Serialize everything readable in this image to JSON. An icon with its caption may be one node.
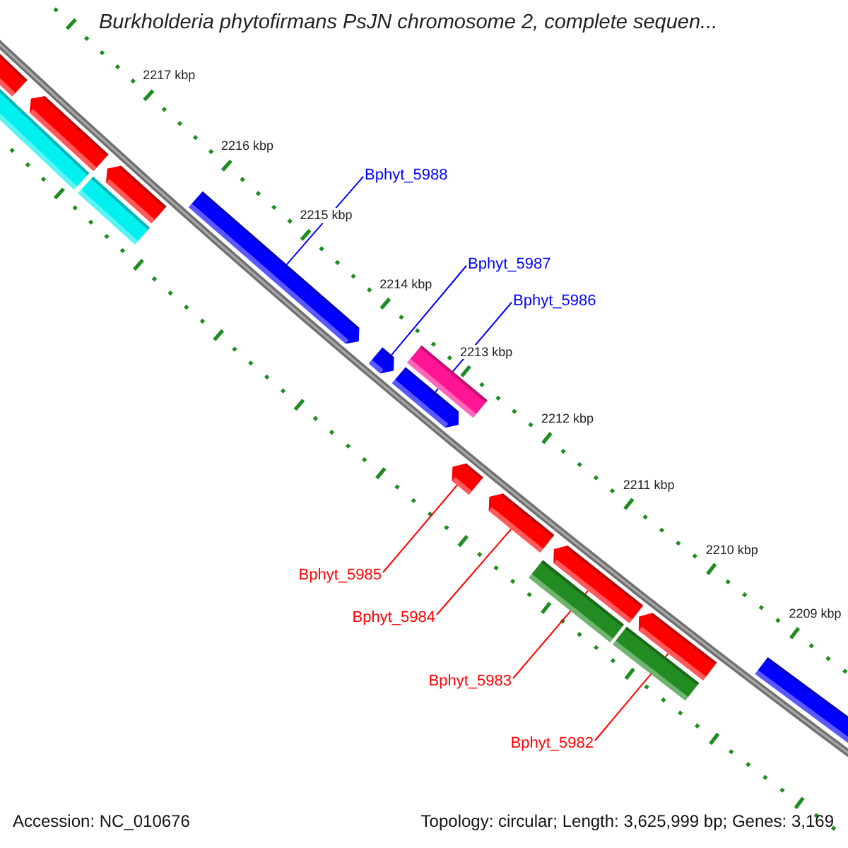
{
  "diagram": {
    "title": "Burkholderia phytofirmans PsJN chromosome 2, complete sequen...",
    "nodes": [
      {
        "text": [
          "Bphyt_5988"
        ]
      },
      {
        "text": [
          "Bphyt_5987"
        ]
      },
      {
        "text": [
          "Bphyt_5986"
        ]
      },
      {
        "text": [
          "Bphyt_5985"
        ]
      },
      {
        "text": [
          "Bphyt_5984"
        ]
      },
      {
        "text": [
          "Bphyt_5983"
        ]
      },
      {
        "text": [
          "Bphyt_5982"
        ]
      },
      {
        "text": [],
        "shape": "bar"
      },
      {
        "text": [],
        "shape": "bar"
      },
      {
        "text": [],
        "shape": "bar"
      },
      {
        "text": [],
        "shape": "bar"
      },
      {
        "text": [],
        "shape": "bar"
      },
      {
        "text": [],
        "shape": "bar"
      },
      {
        "text": [],
        "shape": "bar"
      },
      {
        "text": [],
        "shape": "bar"
      },
      {
        "text": [],
        "shape": "bar"
      },
      {
        "text": [],
        "shape": "bar"
      },
      {
        "text": [],
        "shape": "bar"
      },
      {
        "text": [],
        "shape": "bar"
      },
      {
        "text": [],
        "shape": "bar"
      },
      {
        "text": [],
        "shape": "bar"
      },
      {
        "text": [],
        "shape": "bar"
      },
      {
        "text": [],
        "shape": "bar"
      }
    ],
    "edges": [
      {
        "from": 0,
        "to": 12,
        "arrow": "none",
        "color": "#0000ff"
      },
      {
        "from": 1,
        "to": 13,
        "arrow": "none",
        "color": "#0000ff"
      },
      {
        "from": 2,
        "to": 15,
        "arrow": "none",
        "color": "#0000ff"
      },
      {
        "from": 3,
        "to": 16,
        "arrow": "none"
      },
      {
        "from": 4,
        "to": 17,
        "arrow": "none"
      },
      {
        "from": 5,
        "to": 19,
        "arrow": "none"
      },
      {
        "from": 6,
        "to": 21,
        "arrow": "none"
      }
    ],
    "labels": [
      "2217 kbp",
      "2216 kbp",
      "2215 kbp",
      "2214 kbp",
      "2213 kbp",
      "2212 kbp",
      "2211 kbp",
      "2210 kbp",
      "2209 kbp",
      "Accession: NC_010676",
      "Topology: circular; Length: 3,625,999 bp; Genes: 3,169"
    ]
  }
}
